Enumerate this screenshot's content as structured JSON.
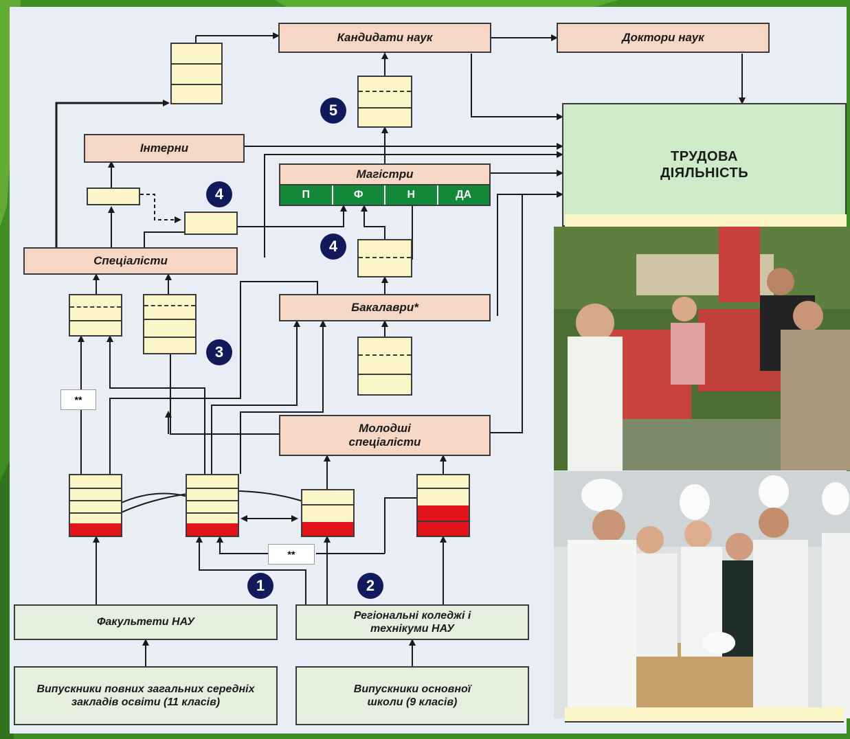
{
  "boxes": {
    "candidates": "Кандидати наук",
    "doctors": "Доктори наук",
    "labor": "ТРУДОВА ДІЯЛЬНІСТЬ",
    "interns": "Інтерни",
    "masters": "Магістри",
    "specialists": "Спеціалісти",
    "bachelors": "Бакалаври*",
    "junior": "Молодші спеціалісти",
    "faculties": "Факультети НАУ",
    "colleges": "Регіональні коледжі і технікуми НАУ",
    "grads11": "Випускники повних загальних середніх закладів освіти (11 класів)",
    "grads9": "Випускники основної школи (9 класів)"
  },
  "master_subjects": [
    "П",
    "Ф",
    "Н",
    "ДА"
  ],
  "badges": {
    "b5": "5",
    "b4a": "4",
    "b4b": "4",
    "b3": "3",
    "b1": "1",
    "b2": "2"
  },
  "footnote_marks": {
    "left": "**",
    "bottom": "**"
  },
  "colors": {
    "box_pink": "#f6d6c4",
    "box_green": "#e4f0dd",
    "labor_green": "#cfeac8",
    "stack_yellow": "#fbf5c8",
    "stack_red": "#e0141a",
    "subject_green": "#138838",
    "badge_navy": "#121a5c",
    "background": "#3f8d25"
  }
}
